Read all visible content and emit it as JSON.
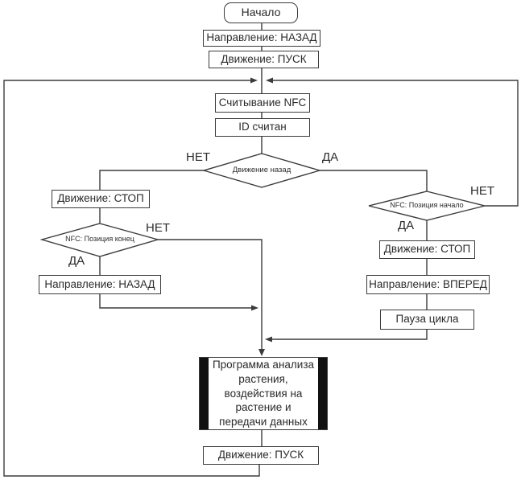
{
  "diagram": {
    "title": "NFC robot movement cycle flowchart",
    "nodes": {
      "start": "Начало",
      "direction_back_top": "Направление: НАЗАД",
      "move_start_top": "Движение: ПУСК",
      "read_nfc": "Считывание NFC",
      "id_read": "ID считан",
      "decision_moving_back": "Движение назад",
      "move_stop_left": "Движение: СТОП",
      "decision_position_end": "NFC: Позиция конец",
      "direction_back_left": "Направление: НАЗАД",
      "decision_position_start": "NFC: Позиция начало",
      "move_stop_right": "Движение: СТОП",
      "direction_forward": "Направление: ВПЕРЕД",
      "pause_cycle": "Пауза цикла",
      "program": "Программа анализа\nрастения,\nвоздействия на\nрастение и\nпередачи данных",
      "move_start_bottom": "Движение: ПУСК"
    },
    "labels": {
      "main_no": "НЕТ",
      "main_yes": "ДА",
      "end_no": "НЕТ",
      "end_yes": "ДА",
      "start_no": "НЕТ",
      "start_yes": "ДА"
    },
    "colors": {
      "line": "#3b3b3b",
      "text": "#2b2b2b",
      "program_bar": "#111111",
      "background": "#ffffff"
    }
  }
}
